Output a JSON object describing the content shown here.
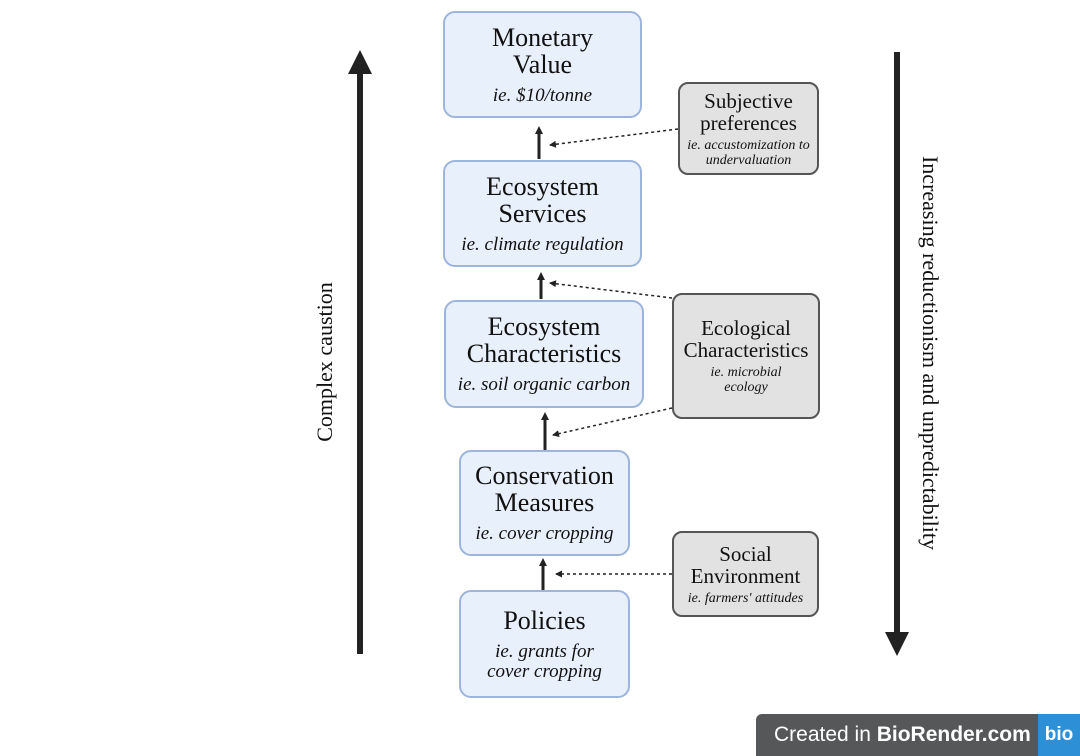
{
  "main_boxes": [
    {
      "title": "Monetary Value",
      "example": "ie. $10/tonne"
    },
    {
      "title": "Ecosystem Services",
      "example": "ie. climate regulation"
    },
    {
      "title": "Ecosystem Characteristics",
      "example": "ie. soil organic carbon"
    },
    {
      "title": "Conservation Measures",
      "example": "ie. cover cropping"
    },
    {
      "title": "Policies",
      "example": "ie. grants for cover cropping"
    }
  ],
  "side_boxes": [
    {
      "title": "Subjective preferences",
      "example": "ie. accustomization to undervaluation"
    },
    {
      "title": "Ecological Characteristics",
      "example": "ie. microbial ecology"
    },
    {
      "title": "Social Environment",
      "example": "ie. farmers' attitudes"
    }
  ],
  "left_axis_label": "Complex caustion",
  "right_axis_label": "Increasing reductionism and unpredictability",
  "badge": {
    "prefix": "Created in ",
    "brand": "BioRender.com",
    "logo": "bio"
  }
}
